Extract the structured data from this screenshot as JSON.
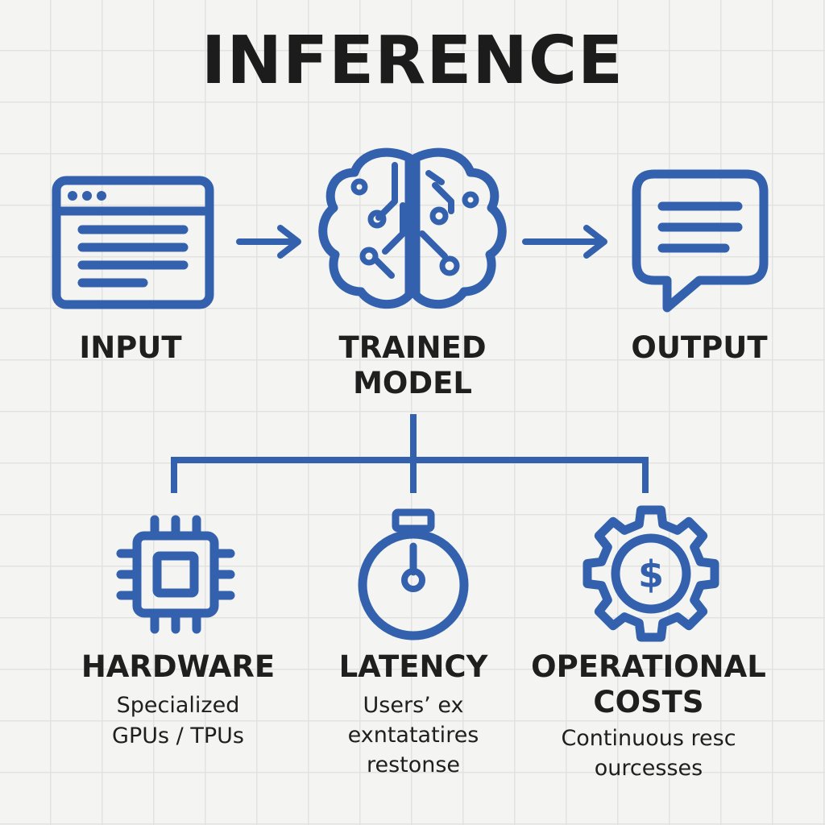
{
  "title": "INFERENCE",
  "colors": {
    "accent": "#3461ad",
    "text": "#1f1f1f",
    "background": "#f4f4f2",
    "grid": "#e2e2e0"
  },
  "flow": {
    "input": {
      "label": "INPUT",
      "icon": "browser-window-icon"
    },
    "model": {
      "label_line1": "TRAINED",
      "label_line2": "MODEL",
      "icon": "brain-circuit-icon"
    },
    "output": {
      "label": "OUTPUT",
      "icon": "speech-bubble-icon"
    }
  },
  "factors": [
    {
      "label_line1": "HARDWARE",
      "desc_line1": "Specialized",
      "desc_line2": "GPUs / TPUs",
      "icon": "chip-icon"
    },
    {
      "label_line1": "LATENCY",
      "desc_line1": "Users’ ex",
      "desc_line2": "exntatatires",
      "desc_line3": "restonse",
      "icon": "stopwatch-icon"
    },
    {
      "label_line1": "OPERATIONAL",
      "label_line2": "COSTS",
      "desc_line1": "Continuous resc",
      "desc_line2": "ourcesses",
      "icon": "gear-dollar-icon",
      "icon_symbol": "$"
    }
  ]
}
